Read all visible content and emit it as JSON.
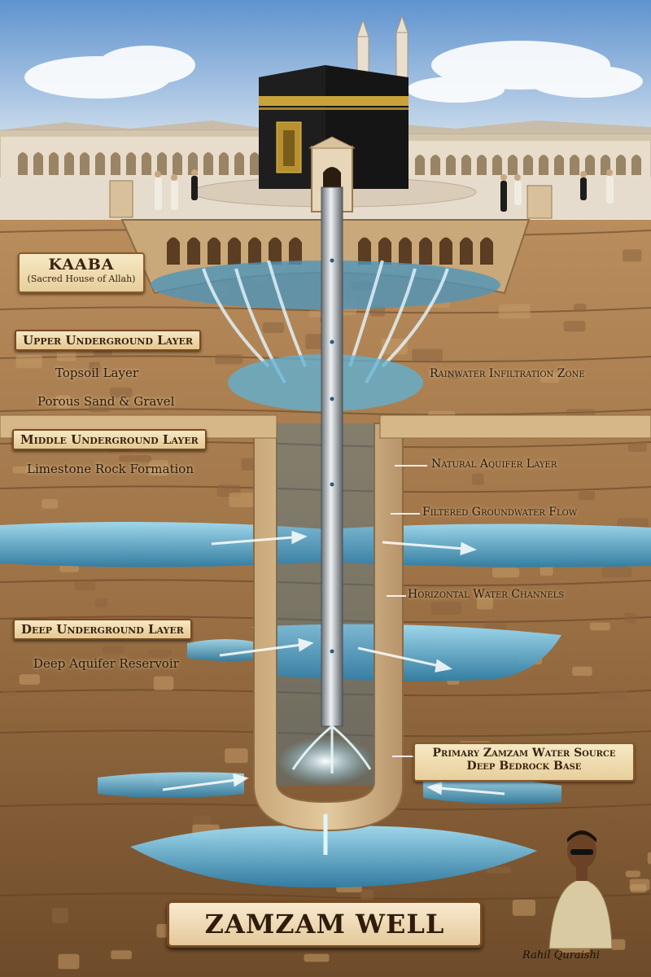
{
  "title": "ZAMZAM WELL",
  "kaaba_label": {
    "name": "KAABA",
    "subtitle": "(Sacred House of Allah)"
  },
  "layers": {
    "upper": "Upper Underground Layer",
    "middle": "Middle Underground Layer",
    "deep": "Deep Underground Layer"
  },
  "left_labels": {
    "topsoil": "Topsoil Layer",
    "sand": "Porous Sand & Gravel",
    "limestone": "Limestone Rock Formation",
    "reservoir": "Deep Aquifer Reservoir"
  },
  "right_labels": {
    "rainwater": "Rainwater Infiltration Zone",
    "aquifer": "Natural Aquifer Layer",
    "filtered": "Filtered Groundwater Flow",
    "channels": "Horizontal Water Channels"
  },
  "source_box": {
    "line1": "Primary Zamzam Water Source",
    "line2": "Deep Bedrock Base"
  },
  "signature": "Rahil Quraishi",
  "colors": {
    "sky": "#8fb9e0",
    "earth": "#8a6238",
    "rock": "#b08656",
    "water": "#4fa3c9",
    "kaaba": "#121212",
    "gold": "#c9a23a",
    "label_bg": "#f2dfb5"
  }
}
